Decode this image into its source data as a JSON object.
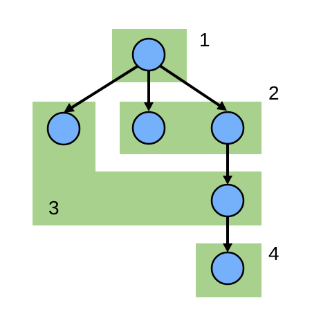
{
  "colors": {
    "region_fill": "#a9d18e",
    "node_fill": "#75b0fb",
    "stroke": "#000000"
  },
  "regions": [
    {
      "id": "1",
      "label": "1"
    },
    {
      "id": "2",
      "label": "2"
    },
    {
      "id": "3",
      "label": "3"
    },
    {
      "id": "4",
      "label": "4"
    }
  ],
  "nodes": [
    {
      "id": "root",
      "region": "1"
    },
    {
      "id": "left-child",
      "region": "3"
    },
    {
      "id": "middle-child",
      "region": "2"
    },
    {
      "id": "right-child",
      "region": "2"
    },
    {
      "id": "grandchild",
      "region": "3"
    },
    {
      "id": "great-grandchild",
      "region": "4"
    }
  ],
  "edges": [
    {
      "from": "root",
      "to": "left-child"
    },
    {
      "from": "root",
      "to": "middle-child"
    },
    {
      "from": "root",
      "to": "right-child"
    },
    {
      "from": "right-child",
      "to": "grandchild"
    },
    {
      "from": "grandchild",
      "to": "great-grandchild"
    }
  ]
}
